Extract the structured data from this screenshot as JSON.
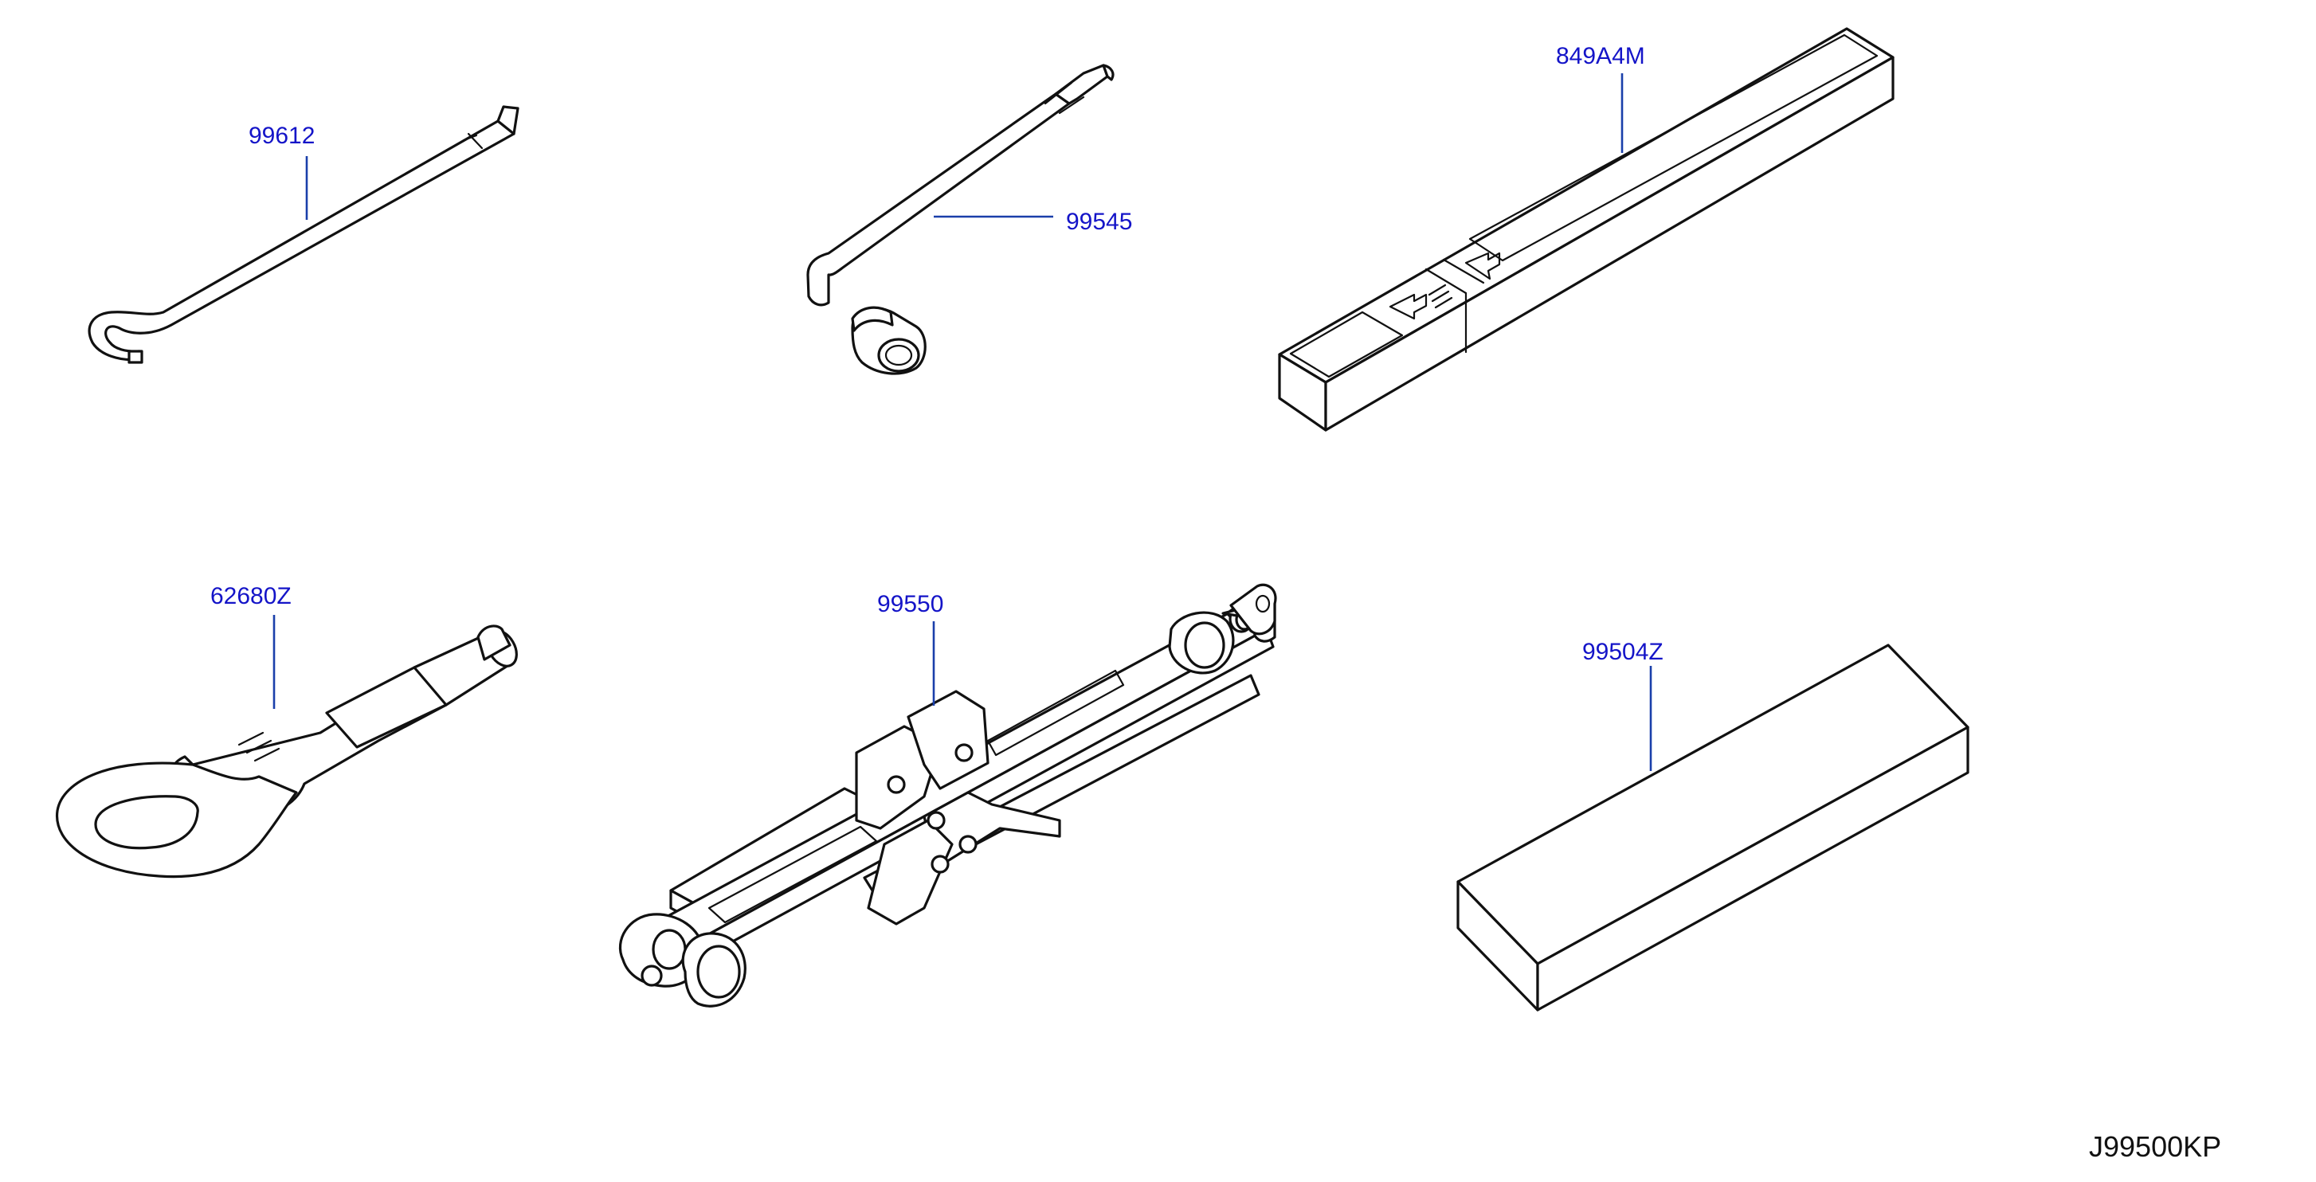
{
  "colors": {
    "label": "#1414c8",
    "leader": "#1a3faa",
    "line": "#111111",
    "background": "#ffffff"
  },
  "parts": [
    {
      "id": "hook-rod",
      "number": "99612"
    },
    {
      "id": "wheel-wrench",
      "number": "99545"
    },
    {
      "id": "tool-case",
      "number": "849A4M"
    },
    {
      "id": "tow-hook",
      "number": "62680Z"
    },
    {
      "id": "jack",
      "number": "99550"
    },
    {
      "id": "box",
      "number": "99504Z"
    }
  ],
  "diagram_code": "J99500KP"
}
